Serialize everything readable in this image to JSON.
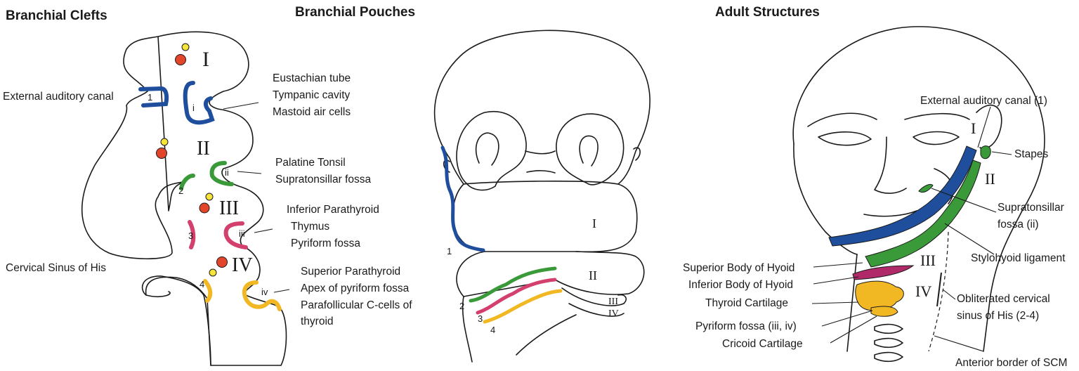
{
  "headings": {
    "clefts": "Branchial Clefts",
    "pouches": "Branchial Pouches",
    "adult": "Adult Structures"
  },
  "colors": {
    "blue": "#1f4e9c",
    "green": "#3a9a3a",
    "pink": "#d4406e",
    "yellow": "#f2b824",
    "red": "#e2452a",
    "dot_yellow": "#f7e43a",
    "hyoid_inferior": "#b02a6a",
    "outline": "#1a1a1a"
  },
  "clefts_panel": {
    "arches": [
      "I",
      "II",
      "III",
      "IV"
    ],
    "cleft_numbers": [
      "1",
      "2",
      "3",
      "4"
    ],
    "pouch_numbers": [
      "i",
      "ii",
      "iii",
      "iv"
    ],
    "external_auditory_canal": "External auditory canal",
    "cervical_sinus": "Cervical Sinus of His",
    "pouch1": [
      "Eustachian tube",
      "Tympanic cavity",
      "Mastoid air cells"
    ],
    "pouch2": [
      "Palatine Tonsil",
      "Supratonsillar fossa"
    ],
    "pouch3": [
      "Inferior Parathyroid",
      "Thymus",
      "Pyriform fossa"
    ],
    "pouch4": [
      "Superior Parathyroid",
      "Apex of pyriform fossa",
      "Parafollicular C-cells of",
      "thyroid"
    ]
  },
  "pouches_panel": {
    "arches": [
      "I",
      "II",
      "III",
      "IV"
    ],
    "numbers": [
      "1",
      "2",
      "3",
      "4"
    ]
  },
  "adult_panel": {
    "arches": [
      "I",
      "II",
      "III",
      "IV"
    ],
    "external_auditory_canal": "External auditory canal (1)",
    "stapes": "Stapes",
    "supratonsillar": [
      "Supratonsillar",
      "fossa (ii)"
    ],
    "stylohyoid": "Stylohyoid ligament",
    "superior_hyoid": "Superior Body of Hyoid",
    "inferior_hyoid": "Inferior Body of Hyoid",
    "thyroid_cartilage": "Thyroid Cartilage",
    "pyriform": "Pyriform fossa (iii, iv)",
    "cricoid": "Cricoid Cartilage",
    "obliterated": [
      "Obliterated cervical",
      "sinus of His (2-4)"
    ],
    "scm": "Anterior border of SCM"
  }
}
